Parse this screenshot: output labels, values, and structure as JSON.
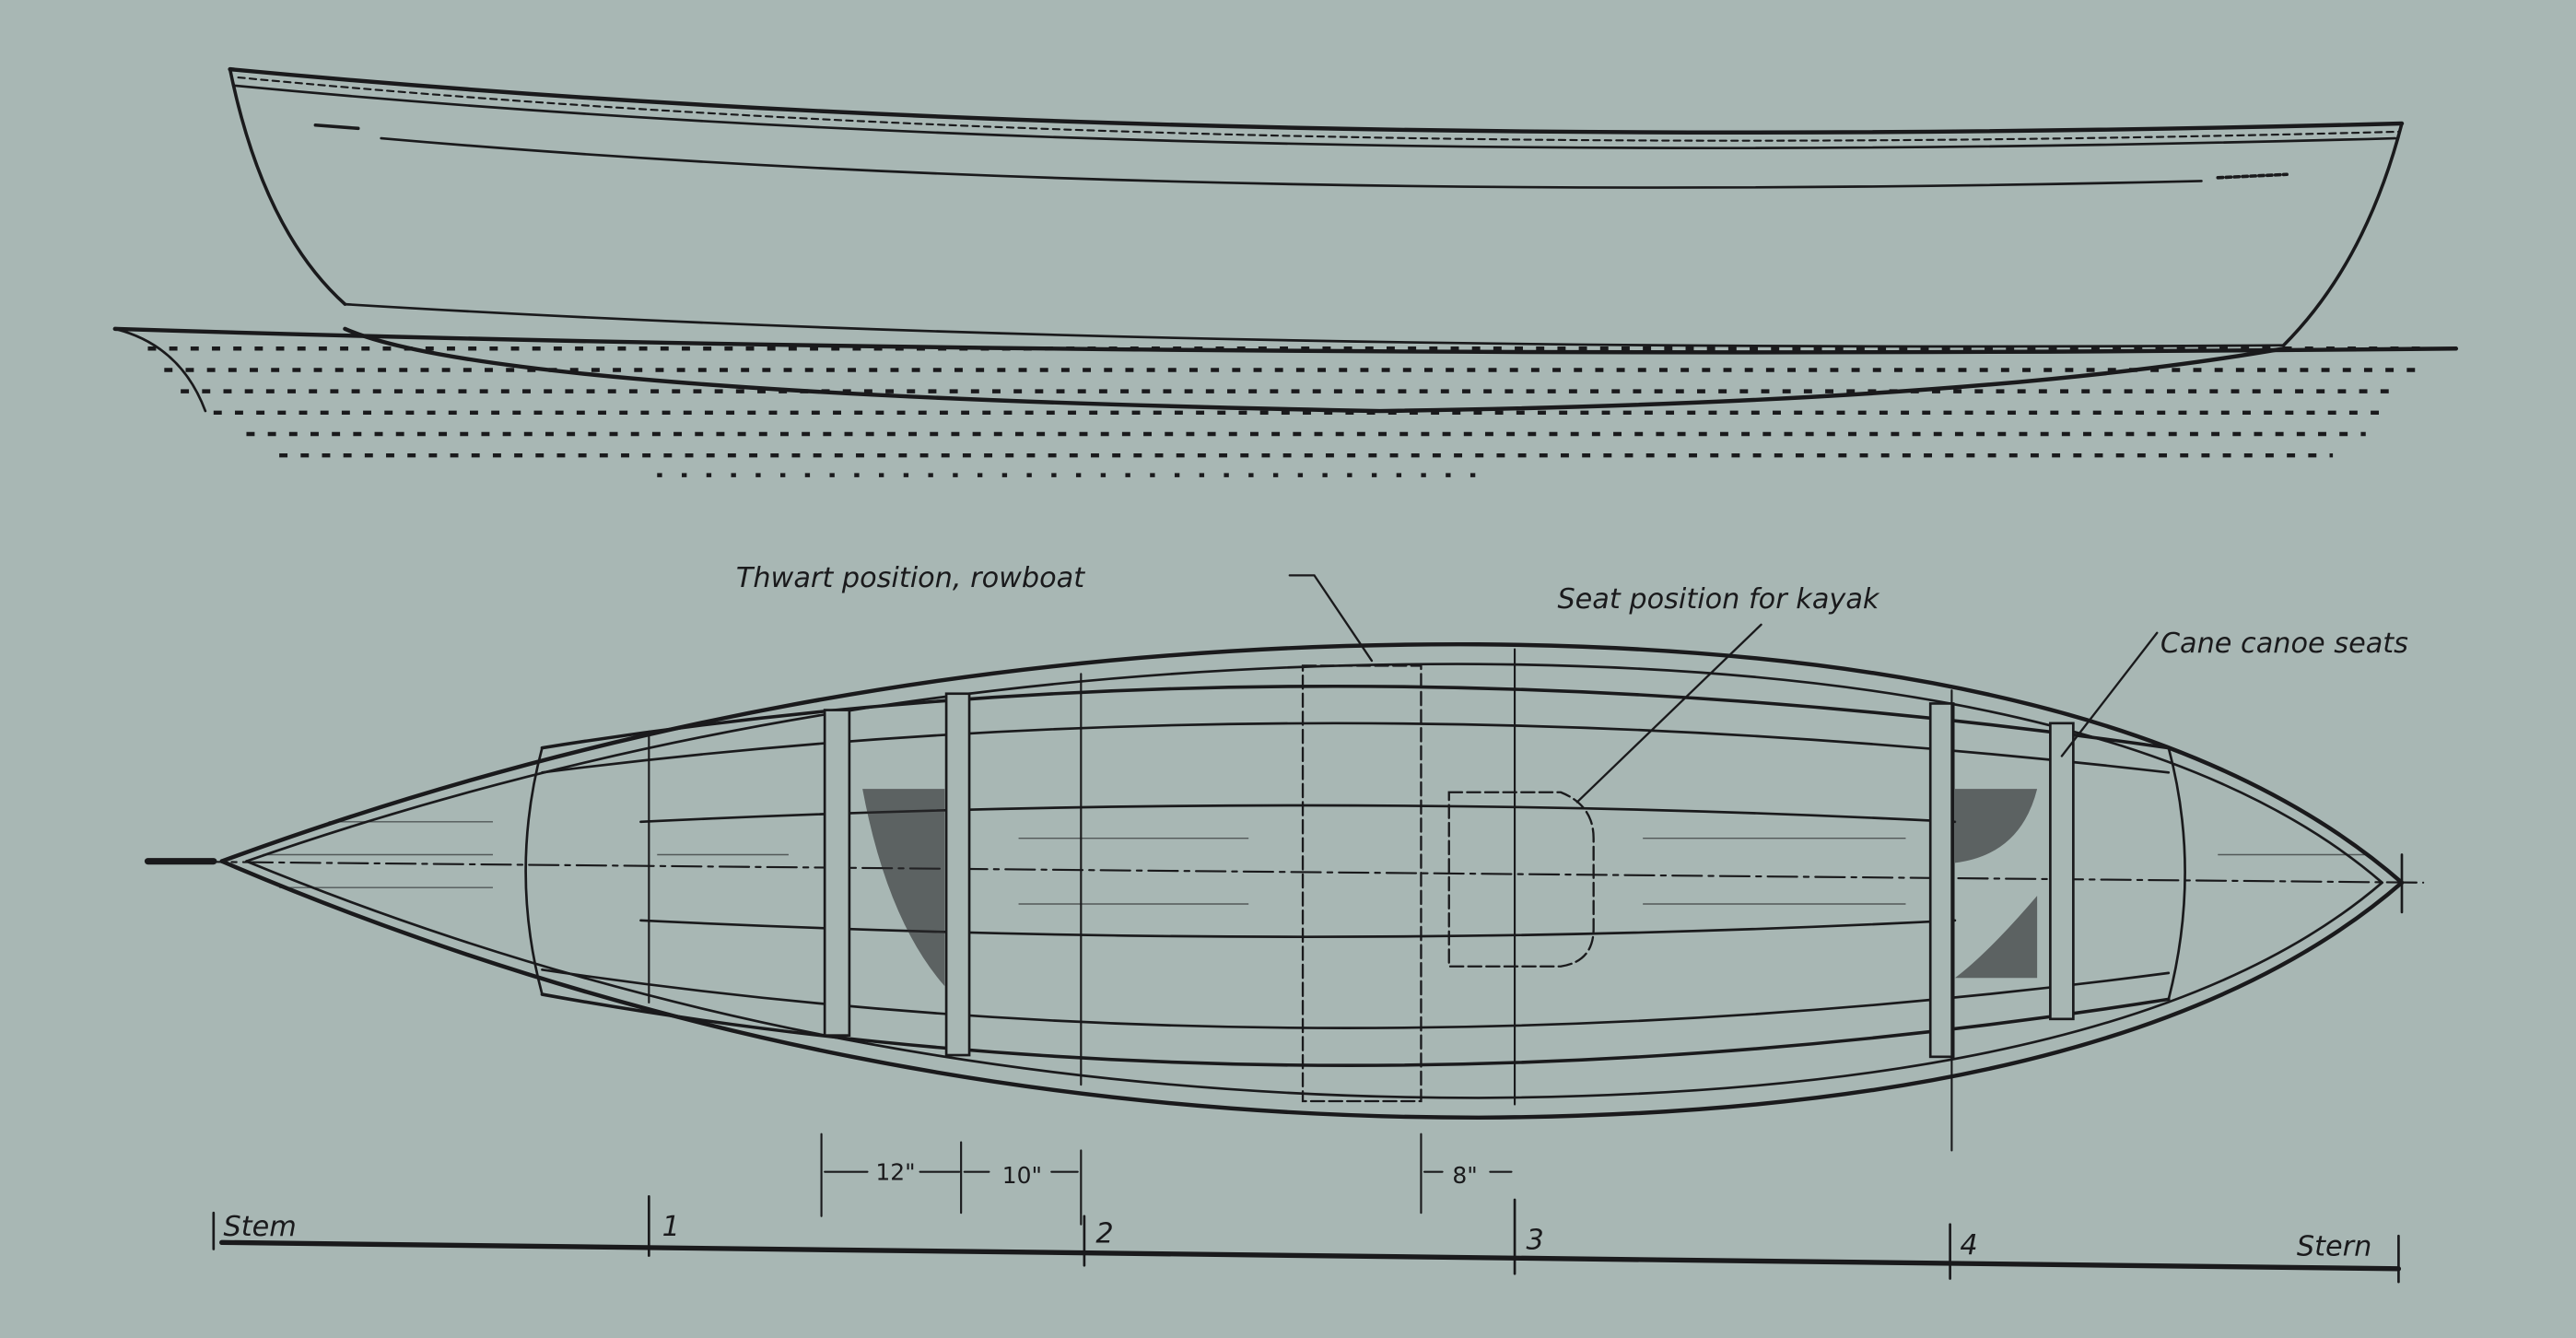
{
  "labels": {
    "thwart": "Thwart position, rowboat",
    "kayak_seat": "Seat position for kayak",
    "canoe_seats": "Cane canoe seats"
  },
  "dimensions": {
    "d1": "12\"",
    "d2": "10\"",
    "d3": "8\""
  },
  "stations": {
    "left_end": "Stem",
    "s1": "1",
    "s2": "2",
    "s3": "3",
    "s4": "4",
    "right_end": "Stern"
  },
  "colors": {
    "paper": "#a8b7b4",
    "ink": "#1a1a1c"
  }
}
